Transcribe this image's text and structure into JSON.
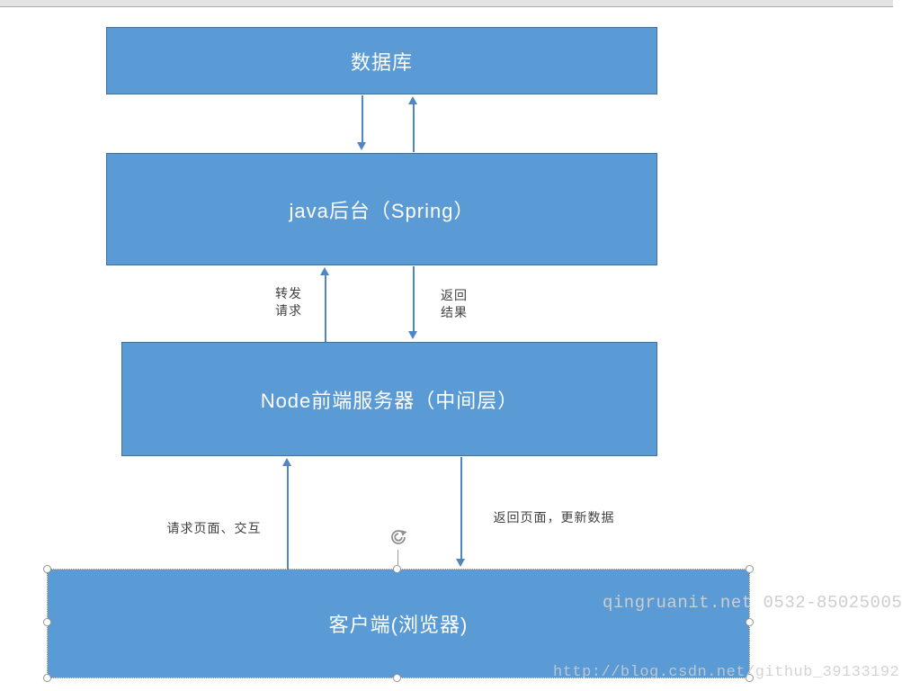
{
  "palette": {
    "node_fill": "#5b9bd5",
    "node_border": "#41719c",
    "node_text": "#ffffff",
    "arrow": "#4f86c6",
    "label_text": "#404040",
    "selection_handle": "#9a9a9a",
    "watermark": "#cdcdcd",
    "top_bar": "#e3e3e3"
  },
  "nodes": [
    {
      "id": "database",
      "label": "数据库"
    },
    {
      "id": "java-backend",
      "label": "java后台（Spring）"
    },
    {
      "id": "node-middle-layer",
      "label": "Node前端服务器（中间层）"
    },
    {
      "id": "client-browser",
      "label": "客户端(浏览器)",
      "selected": true
    }
  ],
  "edge_labels": {
    "forward_request": "转发\n请求",
    "return_result": "返回\n结果",
    "request_page": "请求页面、交互",
    "return_page": "返回页面，更新数据"
  },
  "icons": {
    "rotate": "rotate-clockwise-arrow"
  },
  "watermarks": {
    "vendor": "qingruanit.net 0532-85025005",
    "blog": "http://blog.csdn.net/github_39133192"
  }
}
